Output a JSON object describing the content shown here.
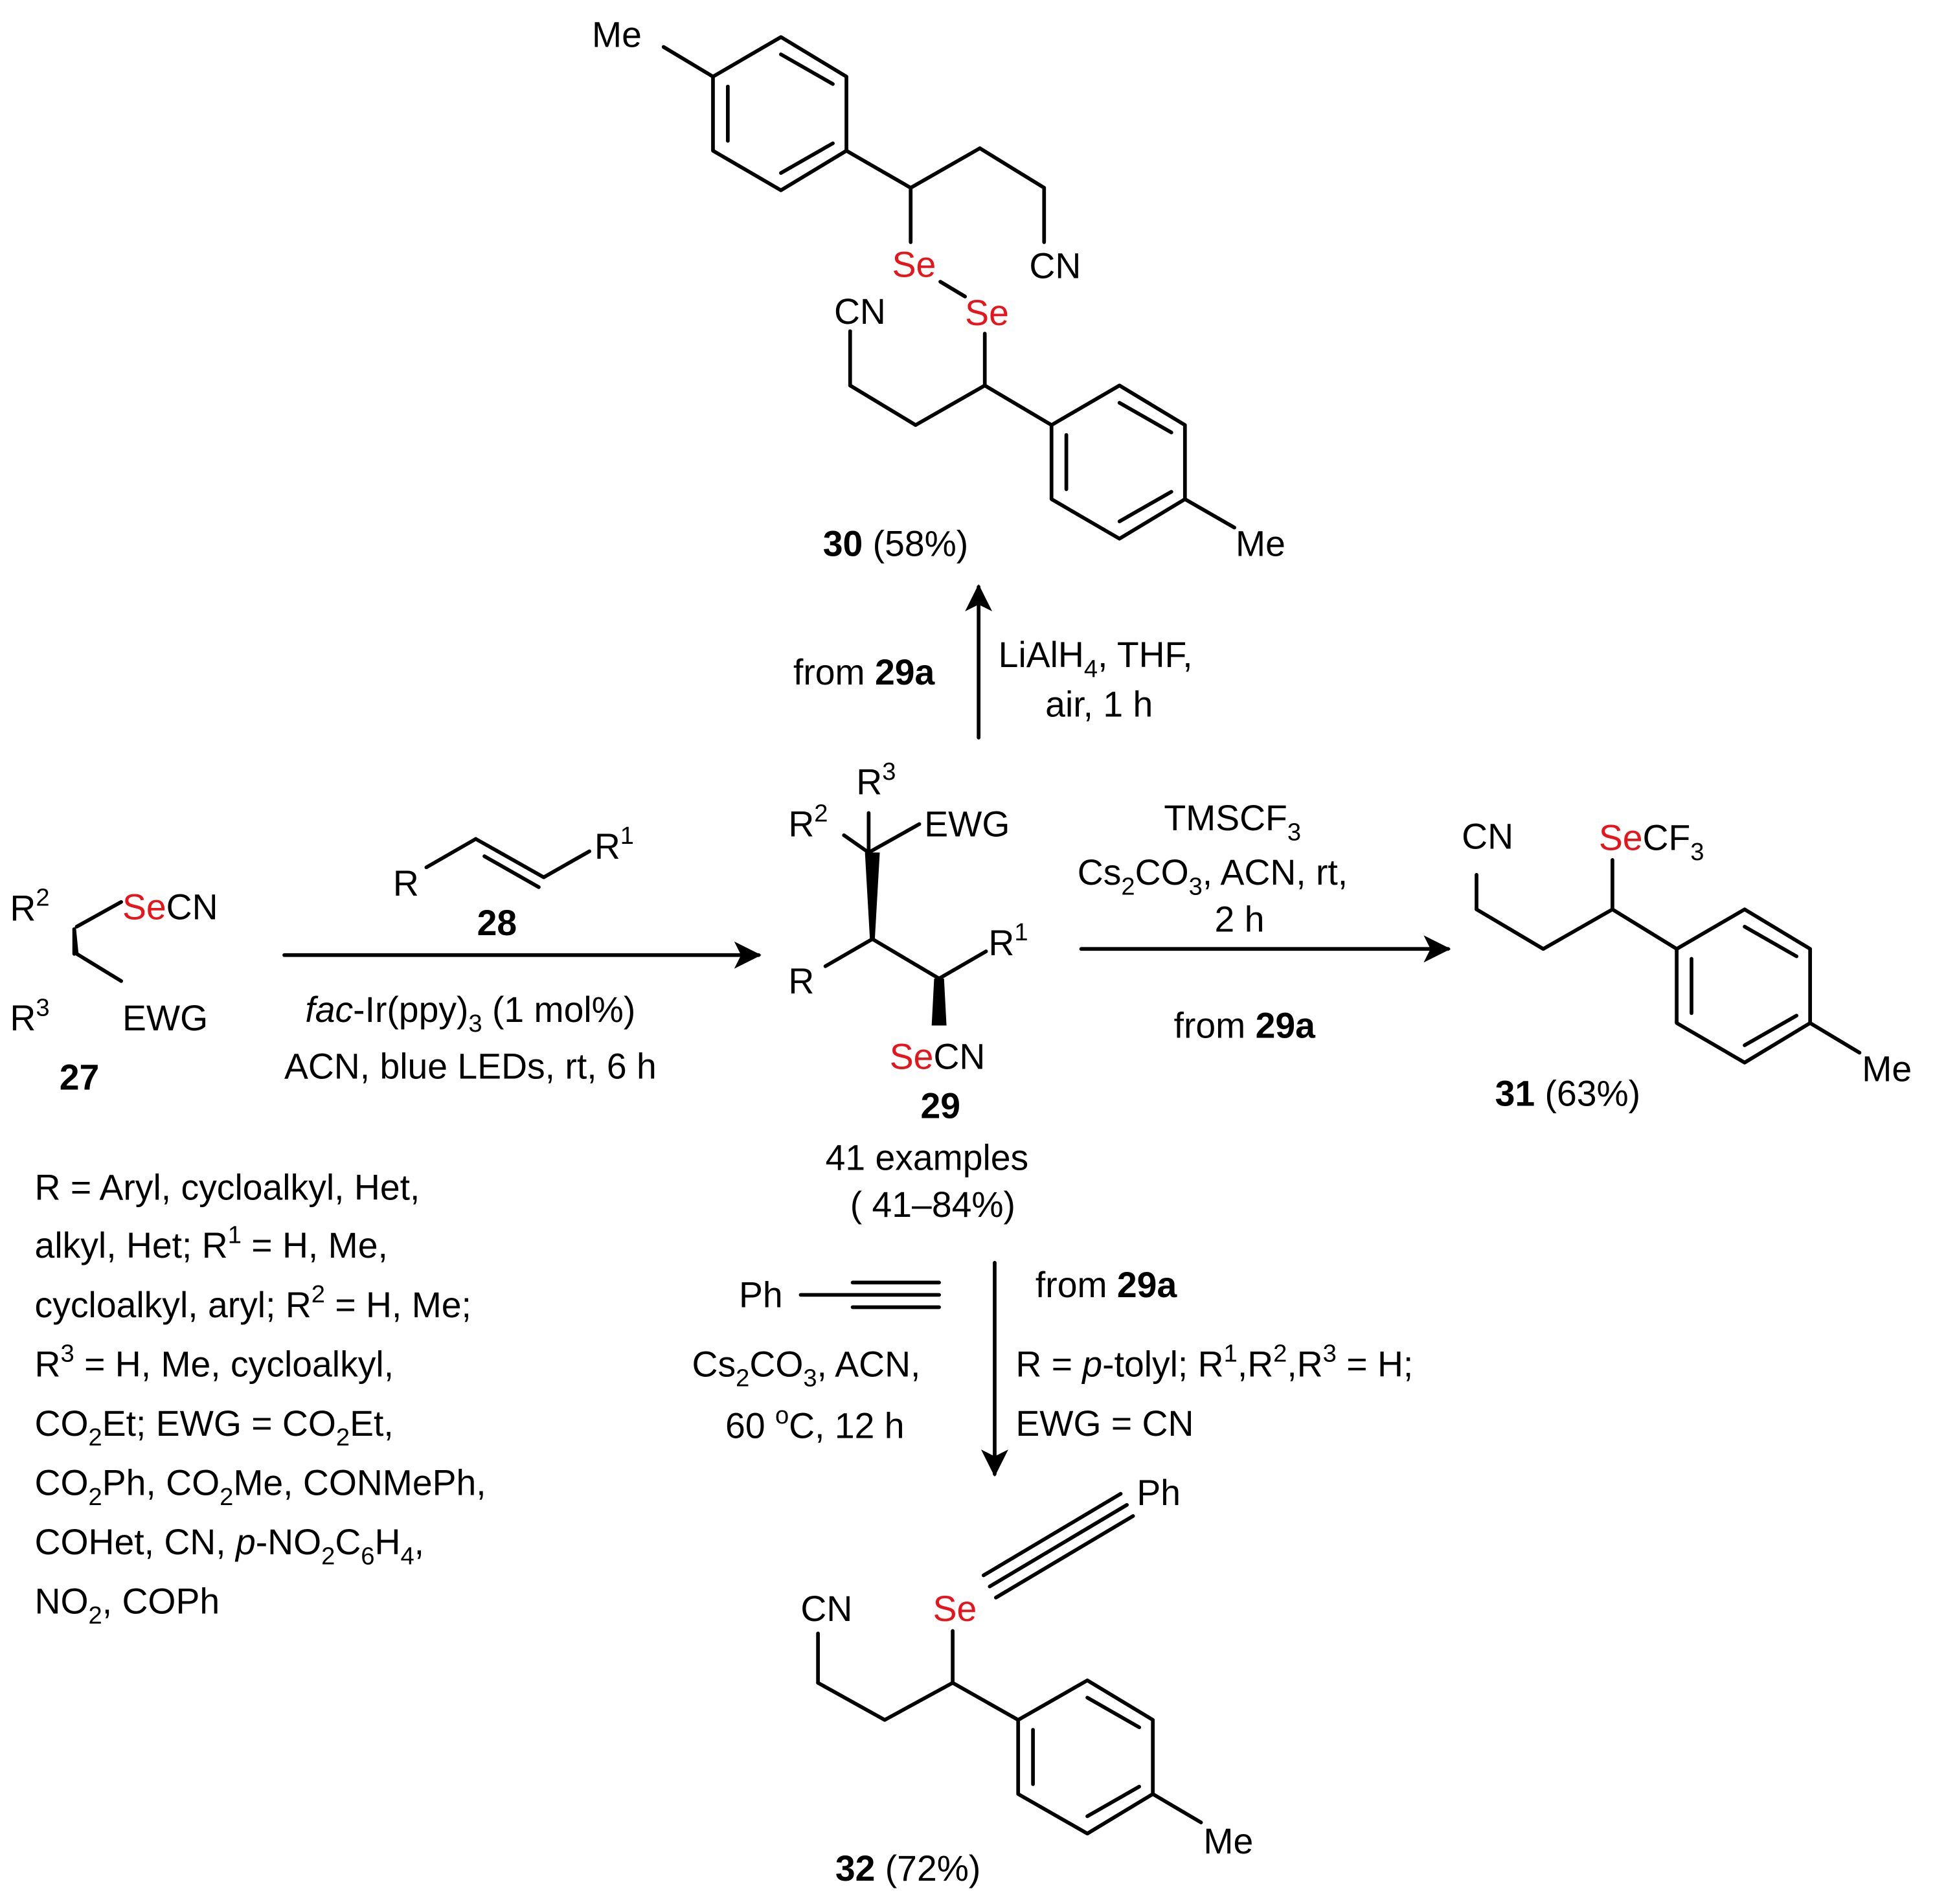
{
  "compounds": {
    "c27": {
      "number": "27",
      "group_top": "SeCN",
      "group_bottom": "EWG"
    },
    "c28": {
      "number": "28",
      "sub_left": "R",
      "sub_right": "R"
    },
    "c29": {
      "number": "29",
      "examples": "41 examples",
      "yield": "( 41–84%)",
      "top_group": "EWG",
      "bottom_group": "SeCN",
      "left_sub": "R"
    },
    "c30": {
      "number": "30",
      "yield": "(58%)",
      "nitrile": "CN",
      "methyl": "Me",
      "selenium": "Se"
    },
    "c31": {
      "number": "31",
      "yield": "(63%)",
      "nitrile": "CN",
      "methyl": "Me",
      "se_group": "SeCF"
    },
    "c32": {
      "number": "32",
      "yield": "(72%)",
      "nitrile": "CN",
      "methyl": "Me",
      "selenium": "Se",
      "phenyl": "Ph"
    }
  },
  "reactions": {
    "main": {
      "catalyst_italic": "fac",
      "catalyst": "-Ir(ppy)",
      "loading": " (1 mol%)",
      "conditions": "ACN, blue LEDs, rt, 6 h"
    },
    "to30": {
      "source": "from ",
      "source_compound": "29a",
      "reagent": "LiAlH",
      "reagent_rest": ", THF,",
      "line2": "air, 1 h"
    },
    "to31": {
      "line1": "TMSCF",
      "line2_a": "Cs",
      "line2_b": "CO",
      "line2_c": ", ACN, rt,",
      "line3": "2 h",
      "source": "from ",
      "source_compound": "29a"
    },
    "to32": {
      "alkyne_ph": "Ph",
      "base_a": "Cs",
      "base_b": "CO",
      "base_c": ", ACN,",
      "temp": "60 ",
      "temp_unit": "C, 12 h",
      "source": "from ",
      "source_compound": "29a",
      "r_def_a": "R = ",
      "r_def_italic": "p",
      "r_def_b": "-tolyl; R",
      "r_def_c": ",R",
      "r_def_d": ",R",
      "r_def_e": " = H;",
      "ewg_def": "EWG = CN"
    }
  },
  "scope_text": {
    "l1": "R = Aryl, cycloalkyl, Het,",
    "l2_a": "alkyl, Het; R",
    "l2_b": " = H, Me,",
    "l3_a": "cycloalkyl, aryl; R",
    "l3_b": " = H, Me;",
    "l4_a": "R",
    "l4_b": " = H, Me, cycloalkyl,",
    "l5_a": "CO",
    "l5_b": "Et; EWG = CO",
    "l5_c": "Et,",
    "l6_a": "CO",
    "l6_b": "Ph, CO",
    "l6_c": "Me, CONMePh,",
    "l7_a": "COHet, CN, ",
    "l7_italic": "p",
    "l7_b": "-NO",
    "l7_c": "C",
    "l7_d": "H",
    "l8_a": "NO",
    "l8_b": ", COPh"
  },
  "labels": {
    "R": "R",
    "Me": "Me",
    "CN": "CN",
    "EWG": "EWG",
    "sup1": "1",
    "sup2": "2",
    "sup3": "3",
    "sub2": "2",
    "sub3": "3",
    "sub4": "4",
    "sub6": "6",
    "deg": "o"
  },
  "colors": {
    "selenium": "#e8141b",
    "ink": "#000000",
    "background": "#ffffff"
  }
}
